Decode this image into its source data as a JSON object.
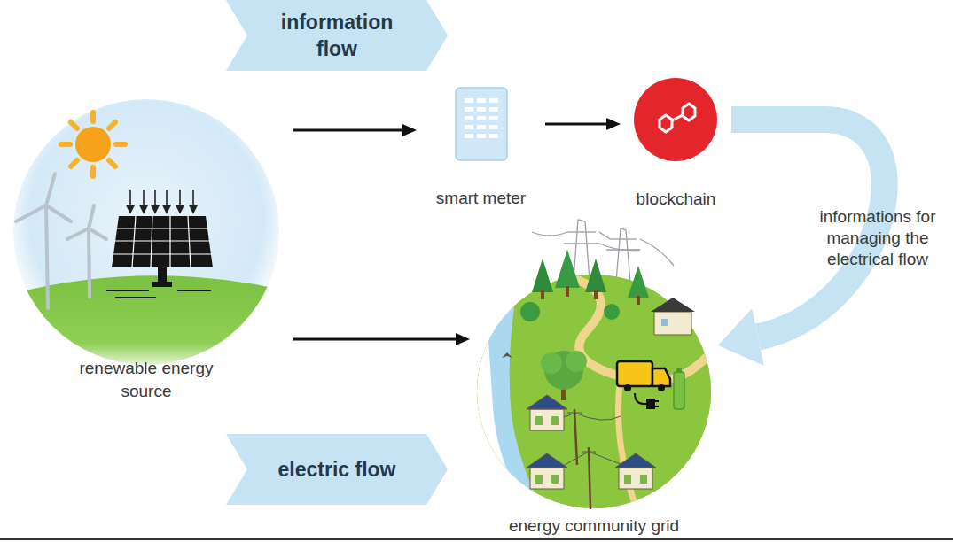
{
  "diagram": {
    "nodes": [
      {
        "text": [
          "information flow"
        ]
      },
      {
        "text": [
          "smart meter"
        ]
      },
      {
        "text": [
          "blockchain"
        ]
      },
      {
        "text": [
          "renewable energy source"
        ]
      },
      {
        "text": [
          "energy community grid"
        ]
      },
      {
        "text": [
          "electric flow"
        ]
      }
    ],
    "edges": [
      {
        "from": 3,
        "to": 1,
        "arrow": "to"
      },
      {
        "from": 1,
        "to": 2,
        "arrow": "to"
      },
      {
        "from": 2,
        "to": 4,
        "label": "informations for managing the electrical flow",
        "arrow": "to"
      },
      {
        "from": 3,
        "to": 4,
        "arrow": "to"
      }
    ]
  }
}
